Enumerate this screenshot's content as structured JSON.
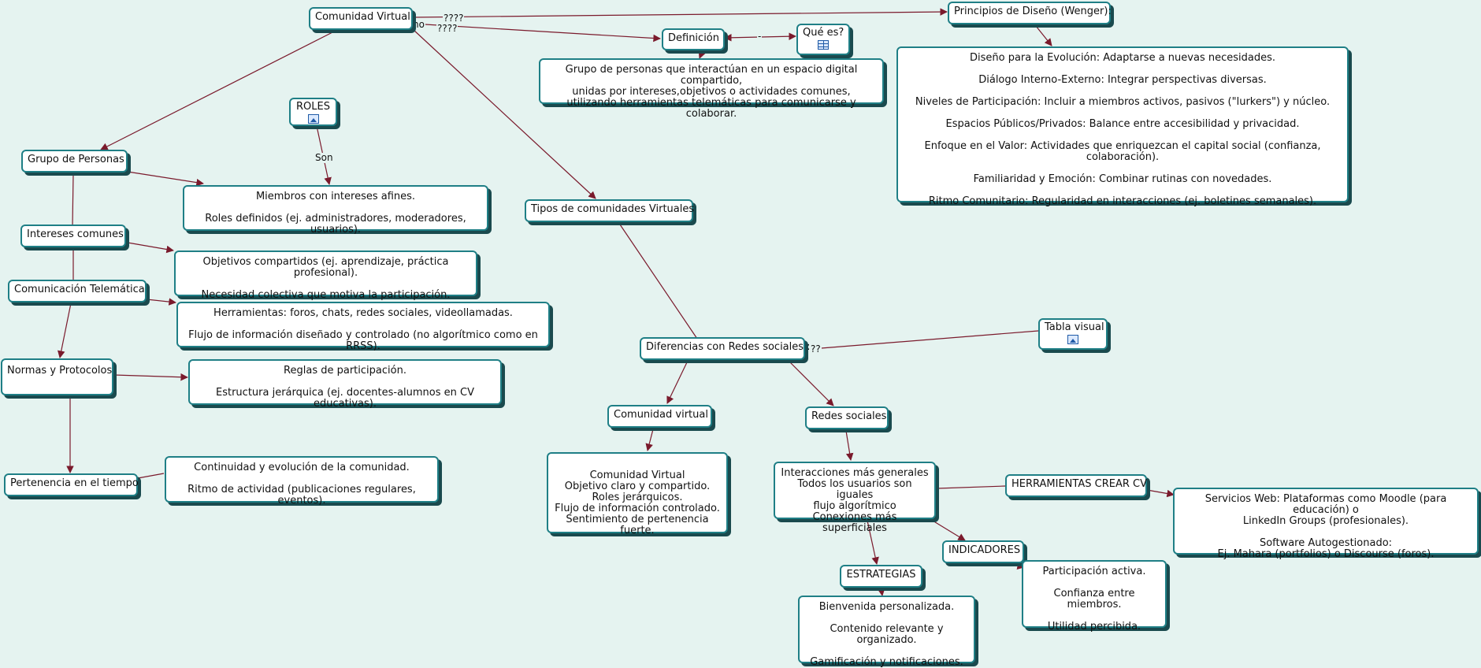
{
  "nodes": {
    "comunidad_virtual": "Comunidad Virtual",
    "principios": "Principios de Diseño (Wenger):",
    "definicion": "Definición",
    "que_es": "Qué es?",
    "definicion_texto": [
      "Grupo de personas que interactúan en un espacio digital compartido,",
      "unidas por intereses,objetivos o actividades comunes,",
      "utilizando herramientas telemáticas para comunicarse y colaborar."
    ],
    "principios_texto": [
      "Diseño para la Evolución: Adaptarse a nuevas necesidades.",
      "Diálogo Interno-Externo: Integrar perspectivas diversas.",
      "Niveles de Participación: Incluir a miembros activos, pasivos (\"lurkers\") y núcleo.",
      "Espacios Públicos/Privados: Balance entre accesibilidad y privacidad.",
      "Enfoque en el Valor: Actividades que enriquezcan el capital social (confianza, colaboración).",
      "Familiaridad y Emoción: Combinar rutinas con novedades.",
      "Ritmo Comunitario: Regularidad en interacciones (ej. boletines semanales)."
    ],
    "roles": "ROLES",
    "grupo_personas": "Grupo de Personas",
    "miembros": [
      "Miembros con intereses afines.",
      "Roles definidos (ej. administradores, moderadores, usuarios)."
    ],
    "intereses": "Intereses comunes",
    "objetivos": [
      "Objetivos compartidos (ej. aprendizaje, práctica profesional).",
      "Necesidad colectiva que motiva la participación."
    ],
    "comunicacion": "Comunicación Telemática",
    "herramientas": [
      "Herramientas: foros, chats, redes sociales, videollamadas.",
      "Flujo de información diseñado y controlado (no algorítmico como en RRSS)."
    ],
    "normas": "Normas y Protocolos",
    "reglas": [
      "Reglas de participación.",
      "Estructura jerárquica (ej. docentes-alumnos en CV educativas)."
    ],
    "pertenencia": "Pertenencia en el tiempo",
    "continuidad": [
      "Continuidad y evolución de la comunidad.",
      "Ritmo de actividad (publicaciones regulares, eventos)."
    ],
    "tipos": "Tipos de comunidades Virtuales",
    "diferencias": "Diferencias con Redes sociales :",
    "tabla_visual": "Tabla visual",
    "comunidad_virtual_2": "Comunidad virtual",
    "redes_sociales": "Redes sociales",
    "cv_detalle": [
      "Comunidad Virtual",
      "Objetivo claro y compartido.",
      "Roles jerárquicos.",
      "Flujo de información controlado.",
      "Sentimiento de pertenencia fuerte."
    ],
    "rs_detalle": [
      "Interacciones más generales",
      "Todos los usuarios son iguales",
      "flujo algorítmico",
      "Conexiones más superficiales"
    ],
    "herramientas_crear": "HERRAMIENTAS CREAR CV",
    "servicios": [
      "Servicios Web: Plataformas como Moodle (para educación) o",
      "LinkedIn Groups (profesionales).",
      "Software Autogestionado:",
      "Ej. Mahara (portfolios) o Discourse (foros)."
    ],
    "indicadores": "INDICADORES",
    "indicadores_texto": [
      "Participación activa.",
      "Confianza entre miembros.",
      "Utilidad percibida."
    ],
    "estrategias": "ESTRATEGIAS",
    "estrategias_texto": [
      "Bienvenida personalizada.",
      "Contenido relevante y organizado.",
      "Gamificación y notificaciones."
    ]
  },
  "link_labels": {
    "cv_principios": "????",
    "cv_definicion": "????",
    "cv_definicion_prefix": "no",
    "roles_son": "Son",
    "diferencias_tabla": "??",
    "definicion_quees": "-"
  },
  "colors": {
    "background": "#e5f3f0",
    "node_border": "#1f7f86",
    "node_shadow": "#1a4a4e",
    "link": "#7a1a2c"
  },
  "icons": {
    "que_es": "table-icon",
    "roles": "image-icon",
    "tabla_visual": "image-icon"
  }
}
